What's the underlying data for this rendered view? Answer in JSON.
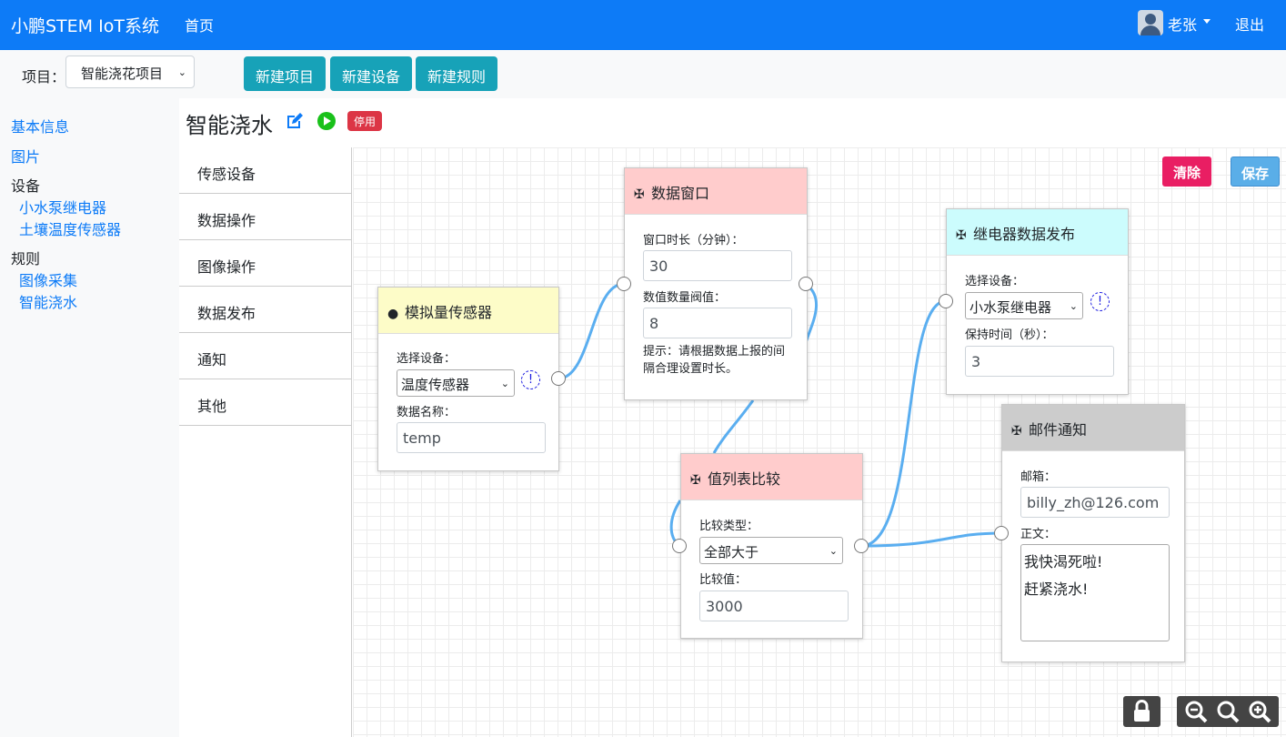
{
  "navbar": {
    "brand": "小鹏STEM IoT系统",
    "home": "首页",
    "user": "老张",
    "logout": "退出"
  },
  "toolbar": {
    "project_label": "项目：",
    "project_value": "智能浇花项目",
    "new_project": "新建项目",
    "new_device": "新建设备",
    "new_rule": "新建规则"
  },
  "sidebar": {
    "basic_info": "基本信息",
    "images": "图片",
    "devices_header": "设备",
    "devices": [
      "小水泵继电器",
      "土壤温度传感器"
    ],
    "rules_header": "规则",
    "rules": [
      "图像采集",
      "智能浇水"
    ]
  },
  "rule": {
    "title": "智能浇水",
    "status_badge": "停用"
  },
  "palette": [
    "传感设备",
    "数据操作",
    "图像操作",
    "数据发布",
    "通知",
    "其他"
  ],
  "canvas_buttons": {
    "clear": "清除",
    "save": "保存"
  },
  "nodes": {
    "sensor": {
      "title": "模拟量传感器",
      "device_label": "选择设备：",
      "device_value": "温度传感器",
      "data_name_label": "数据名称：",
      "data_name_value": "temp"
    },
    "window": {
      "title": "数据窗口",
      "duration_label": "窗口时长（分钟）：",
      "duration_value": "30",
      "count_label": "数值数量阀值：",
      "count_value": "8",
      "hint": "提示：请根据数据上报的间隔合理设置时长。"
    },
    "compare": {
      "title": "值列表比较",
      "type_label": "比较类型：",
      "type_value": "全部大于",
      "value_label": "比较值：",
      "value_value": "3000"
    },
    "relay": {
      "title": "继电器数据发布",
      "device_label": "选择设备：",
      "device_value": "小水泵继电器",
      "hold_label": "保持时间（秒）：",
      "hold_value": "3"
    },
    "email": {
      "title": "邮件通知",
      "mail_label": "邮箱：",
      "mail_value": "billy_zh@126.com",
      "body_label": "正文：",
      "body_line1": "我快渴死啦!",
      "body_line2": "赶紧浇水!"
    }
  },
  "colors": {
    "navbar": "#0d7bf7",
    "teal_button": "#17a2b8",
    "sensor_head": "#fdfcc8",
    "window_head": "#ffcccc",
    "compare_head": "#ffcccc",
    "relay_head": "#ccfcfd",
    "email_head": "#cccccc",
    "wire": "#5aaef0"
  },
  "icons": {
    "sensor": "facebook-icon",
    "flow": "slack-icon",
    "edit": "edit-icon",
    "run": "play-icon",
    "lock": "lock-icon",
    "zoom_out": "zoom-out-icon",
    "zoom_reset": "zoom-reset-icon",
    "zoom_in": "zoom-in-icon"
  }
}
